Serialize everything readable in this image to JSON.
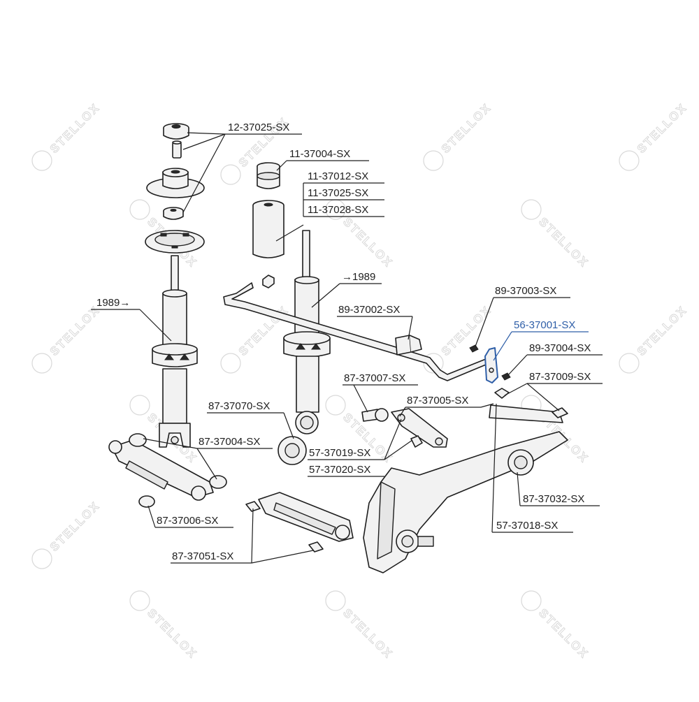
{
  "watermark": {
    "brand": "STELLOX"
  },
  "callouts": [
    {
      "id": "c1",
      "text": "12-37025-SX",
      "highlight": false
    },
    {
      "id": "c2",
      "text": "11-37004-SX",
      "highlight": false
    },
    {
      "id": "c3",
      "text": "11-37012-SX",
      "highlight": false
    },
    {
      "id": "c4",
      "text": "11-37025-SX",
      "highlight": false
    },
    {
      "id": "c5",
      "text": "11-37028-SX",
      "highlight": false
    },
    {
      "id": "c6",
      "text": "→1989",
      "highlight": false
    },
    {
      "id": "c7",
      "text": "1989→",
      "highlight": false
    },
    {
      "id": "c8",
      "text": "89-37003-SX",
      "highlight": false
    },
    {
      "id": "c9",
      "text": "89-37002-SX",
      "highlight": false
    },
    {
      "id": "c10",
      "text": "56-37001-SX",
      "highlight": true
    },
    {
      "id": "c11",
      "text": "89-37004-SX",
      "highlight": false
    },
    {
      "id": "c12",
      "text": "87-37009-SX",
      "highlight": false
    },
    {
      "id": "c13",
      "text": "87-37007-SX",
      "highlight": false
    },
    {
      "id": "c14",
      "text": "87-37005-SX",
      "highlight": false
    },
    {
      "id": "c15",
      "text": "87-37070-SX",
      "highlight": false
    },
    {
      "id": "c16",
      "text": "87-37004-SX",
      "highlight": false
    },
    {
      "id": "c17",
      "text": "57-37019-SX",
      "highlight": false
    },
    {
      "id": "c18",
      "text": "57-37020-SX",
      "highlight": false
    },
    {
      "id": "c19",
      "text": "87-37032-SX",
      "highlight": false
    },
    {
      "id": "c20",
      "text": "87-37006-SX",
      "highlight": false
    },
    {
      "id": "c21",
      "text": "57-37018-SX",
      "highlight": false
    },
    {
      "id": "c22",
      "text": "87-37051-SX",
      "highlight": false
    }
  ],
  "colors": {
    "ink": "#1e1e1e",
    "highlight": "#2f5fa8",
    "watermark": "#d9d9d9",
    "part_fill": "#f2f2f2"
  }
}
